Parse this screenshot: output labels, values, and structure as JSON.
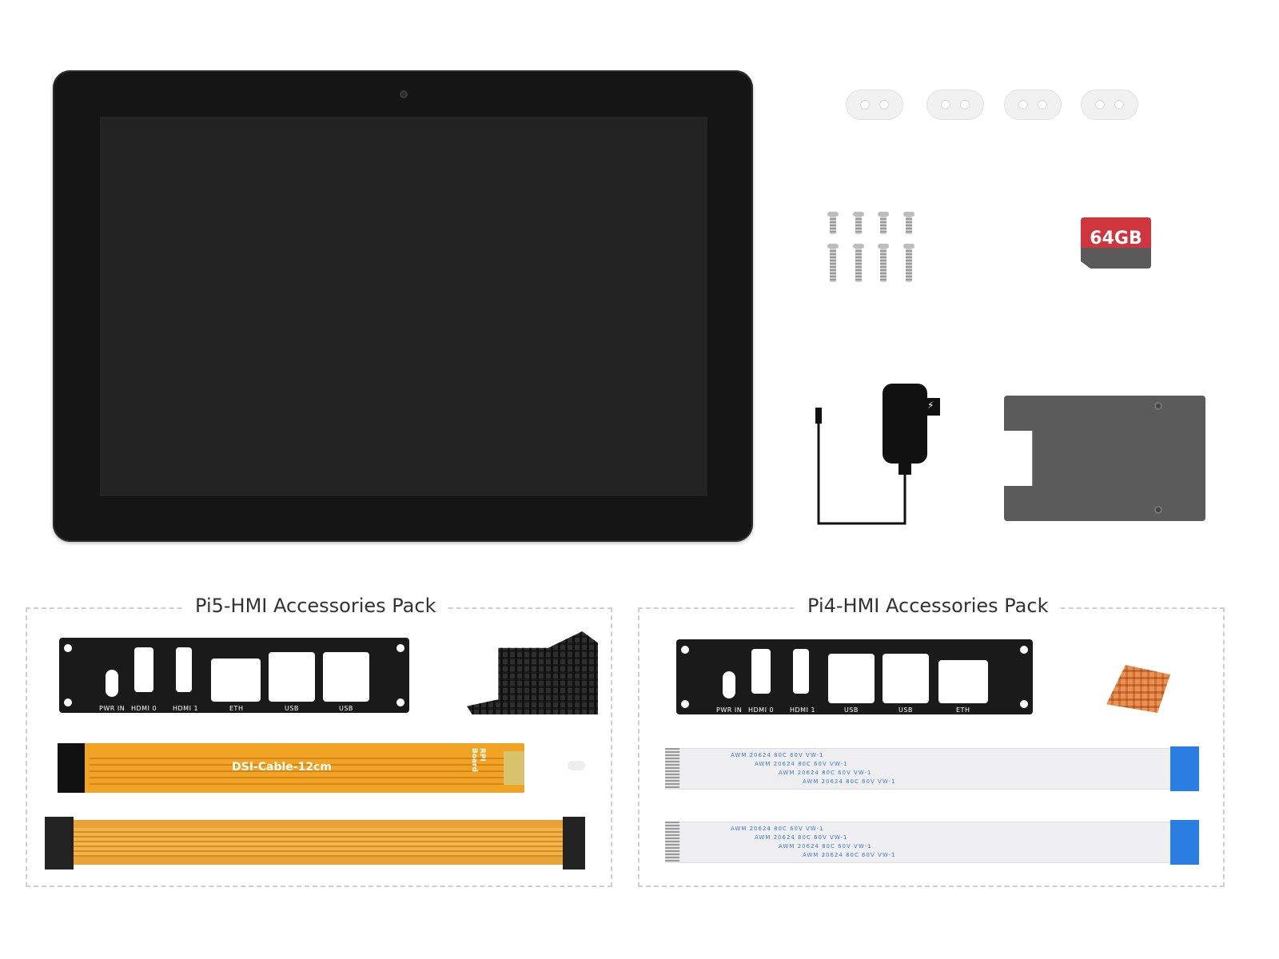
{
  "accessories": {
    "sd_card": {
      "label": "64GB",
      "colors": {
        "top": "#d0343c",
        "bottom": "#5a5a5a"
      }
    },
    "dsi_cable": {
      "label": "DSI-Cable-12cm",
      "board_label": "RPI Board"
    }
  },
  "pi5_pack": {
    "title": "Pi5-HMI Accessories Pack",
    "ports": [
      "PWR IN",
      "HDMI 0",
      "HDMI 1",
      "ETH",
      "USB",
      "USB"
    ]
  },
  "pi4_pack": {
    "title": "Pi4-HMI Accessories Pack",
    "ports": [
      "PWR IN",
      "HDMI 0",
      "HDMI 1",
      "USB",
      "USB",
      "ETH"
    ]
  },
  "ffc_print": "AWM 20624 80C 60V VW-1"
}
